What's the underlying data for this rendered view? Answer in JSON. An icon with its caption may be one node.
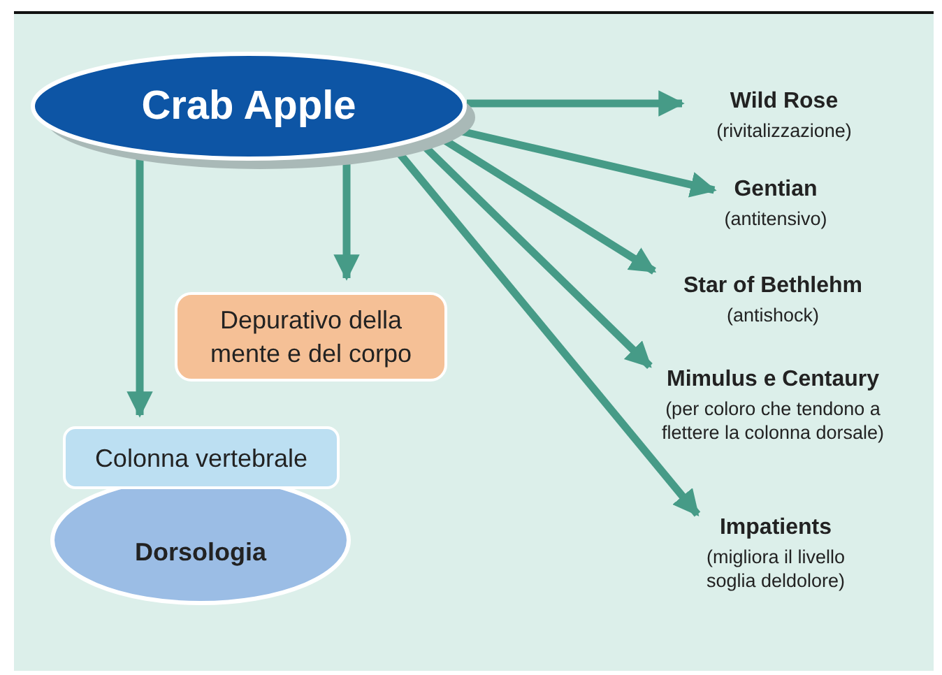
{
  "diagram": {
    "nodes": [
      {
        "text": [
          "Crab Apple"
        ]
      },
      {
        "text": [
          "Wild Rose",
          "(rivitalizzazione)"
        ]
      },
      {
        "text": [
          "Gentian",
          "(antitensivo)"
        ]
      },
      {
        "text": [
          "Star of Bethlehm",
          "(antishock)"
        ]
      },
      {
        "text": [
          "Mimulus e Centaury",
          "(per coloro che tendono a flettere la colonna dorsale)"
        ]
      },
      {
        "text": [
          "Impatients",
          "(migliora il livello soglia deldolore)"
        ]
      },
      {
        "text": [
          "Depurativo della mente e del corpo"
        ]
      },
      {
        "text": [
          "Colonna vertebrale"
        ]
      },
      {
        "text": [
          "Dorsologia"
        ]
      }
    ],
    "edges": [
      {
        "from": 0,
        "to": 1,
        "arrow": "to"
      },
      {
        "from": 0,
        "to": 2,
        "arrow": "to"
      },
      {
        "from": 0,
        "to": 3,
        "arrow": "to"
      },
      {
        "from": 0,
        "to": 4,
        "arrow": "to"
      },
      {
        "from": 0,
        "to": 5,
        "arrow": "to"
      },
      {
        "from": 0,
        "to": 6,
        "arrow": "to"
      },
      {
        "from": 0,
        "to": 7,
        "arrow": "to"
      }
    ]
  }
}
